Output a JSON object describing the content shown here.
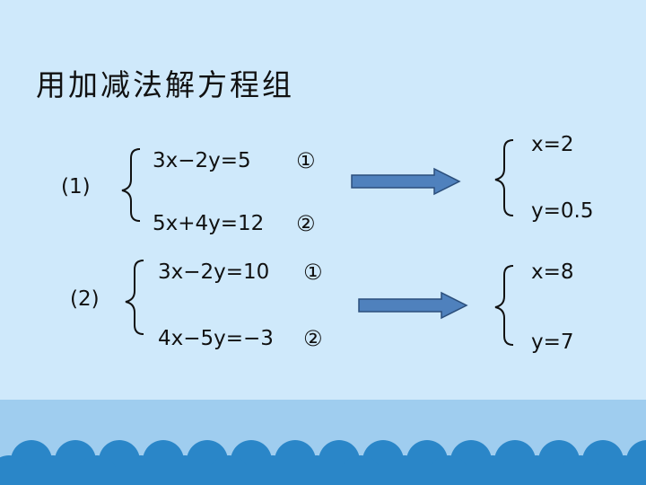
{
  "title": "用加减法解方程组",
  "problems": [
    {
      "label": "(1)",
      "equations": [
        {
          "text": "3x−2y=5",
          "marker": "①"
        },
        {
          "text": "5x+4y=12",
          "marker": "②"
        }
      ],
      "solution": [
        "x=2",
        "y=0.5"
      ]
    },
    {
      "label": "(2)",
      "equations": [
        {
          "text": "3x−2y=10",
          "marker": "①"
        },
        {
          "text": "4x−5y=−3",
          "marker": "②"
        }
      ],
      "solution": [
        "x=8",
        "y=7"
      ]
    }
  ],
  "colors": {
    "background": "#cfe9fb",
    "band": "#9fcdef",
    "wave": "#2a86c8",
    "arrow_fill": "#4f81bd",
    "arrow_stroke": "#2c4f7c"
  }
}
